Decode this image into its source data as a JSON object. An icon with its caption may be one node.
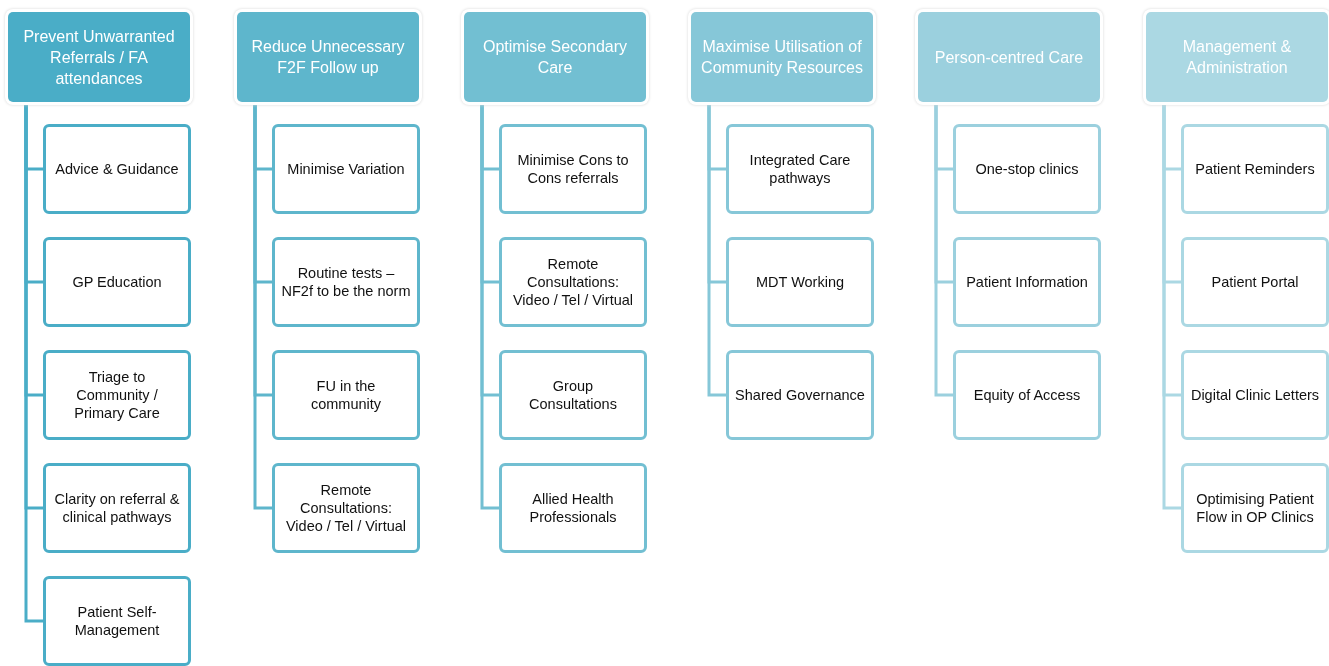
{
  "diagram": {
    "nodes": [
      {
        "text": [
          "Prevent Unwarranted Referrals / FA attendances"
        ]
      },
      {
        "text": [
          "Advice & Guidance"
        ]
      },
      {
        "text": [
          "GP Education"
        ]
      },
      {
        "text": [
          "Triage to Community / Primary Care"
        ]
      },
      {
        "text": [
          "Clarity on referral & clinical pathways"
        ]
      },
      {
        "text": [
          "Patient Self-Management"
        ]
      },
      {
        "text": [
          "Reduce Unnecessary F2F Follow up"
        ]
      },
      {
        "text": [
          "Minimise Variation"
        ]
      },
      {
        "text": [
          "Routine tests – NF2f to be the norm"
        ]
      },
      {
        "text": [
          "FU in the community"
        ]
      },
      {
        "text": [
          "Remote Consultations: Video / Tel / Virtual"
        ]
      },
      {
        "text": [
          "Optimise Secondary Care"
        ]
      },
      {
        "text": [
          "Minimise Cons to Cons referrals"
        ]
      },
      {
        "text": [
          "Remote Consultations: Video / Tel / Virtual"
        ]
      },
      {
        "text": [
          "Group Consultations"
        ]
      },
      {
        "text": [
          "Allied Health Professionals"
        ]
      },
      {
        "text": [
          "Maximise Utilisation of Community Resources"
        ]
      },
      {
        "text": [
          "Integrated Care pathways"
        ]
      },
      {
        "text": [
          "MDT Working"
        ]
      },
      {
        "text": [
          "Shared Governance"
        ]
      },
      {
        "text": [
          "Person-centred Care"
        ]
      },
      {
        "text": [
          "One-stop clinics"
        ]
      },
      {
        "text": [
          "Patient Information"
        ]
      },
      {
        "text": [
          "Equity of Access"
        ]
      },
      {
        "text": [
          "Management & Administration"
        ]
      },
      {
        "text": [
          "Patient Reminders"
        ]
      },
      {
        "text": [
          "Patient Portal"
        ]
      },
      {
        "text": [
          "Digital Clinic Letters"
        ]
      },
      {
        "text": [
          "Optimising Patient Flow in OP Clinics"
        ]
      }
    ],
    "edges": [
      {
        "from": 0,
        "to": 1,
        "arrow": "none",
        "color": "#4aadc7"
      },
      {
        "from": 0,
        "to": 2,
        "arrow": "none",
        "color": "#4aadc7"
      },
      {
        "from": 0,
        "to": 3,
        "arrow": "none",
        "color": "#4aadc7"
      },
      {
        "from": 0,
        "to": 4,
        "arrow": "none",
        "color": "#4aadc7"
      },
      {
        "from": 0,
        "to": 5,
        "arrow": "none",
        "color": "#4aadc7"
      },
      {
        "from": 6,
        "to": 7,
        "arrow": "none",
        "color": "#5eb6cc"
      },
      {
        "from": 6,
        "to": 8,
        "arrow": "none",
        "color": "#5eb6cc"
      },
      {
        "from": 6,
        "to": 9,
        "arrow": "none",
        "color": "#5eb6cc"
      },
      {
        "from": 6,
        "to": 10,
        "arrow": "none",
        "color": "#5eb6cc"
      },
      {
        "from": 11,
        "to": 12,
        "arrow": "none",
        "color": "#72bfd2"
      },
      {
        "from": 11,
        "to": 13,
        "arrow": "none",
        "color": "#72bfd2"
      },
      {
        "from": 11,
        "to": 14,
        "arrow": "none",
        "color": "#72bfd2"
      },
      {
        "from": 11,
        "to": 15,
        "arrow": "none",
        "color": "#72bfd2"
      },
      {
        "from": 16,
        "to": 17,
        "arrow": "none",
        "color": "#86c7d8"
      },
      {
        "from": 16,
        "to": 18,
        "arrow": "none",
        "color": "#86c7d8"
      },
      {
        "from": 16,
        "to": 19,
        "arrow": "none",
        "color": "#86c7d8"
      },
      {
        "from": 20,
        "to": 21,
        "arrow": "none",
        "color": "#9bd0de"
      },
      {
        "from": 20,
        "to": 22,
        "arrow": "none",
        "color": "#9bd0de"
      },
      {
        "from": 20,
        "to": 23,
        "arrow": "none",
        "color": "#9bd0de"
      },
      {
        "from": 24,
        "to": 25,
        "arrow": "none",
        "color": "#abd8e3"
      },
      {
        "from": 24,
        "to": 26,
        "arrow": "none",
        "color": "#abd8e3"
      },
      {
        "from": 24,
        "to": 27,
        "arrow": "none",
        "color": "#abd8e3"
      },
      {
        "from": 24,
        "to": 28,
        "arrow": "none",
        "color": "#abd8e3"
      }
    ]
  }
}
